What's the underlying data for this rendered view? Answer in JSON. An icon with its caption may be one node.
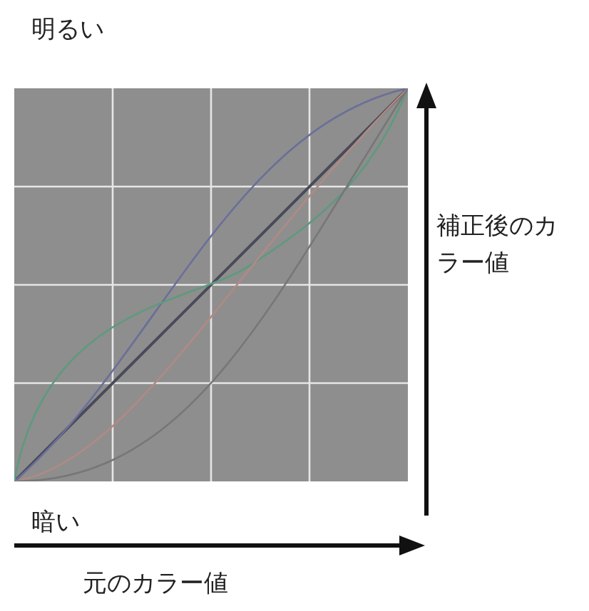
{
  "diagram": {
    "labels": [
      "明るい",
      "補正後のカラー値",
      "暗い",
      "元のカラー値"
    ]
  }
}
